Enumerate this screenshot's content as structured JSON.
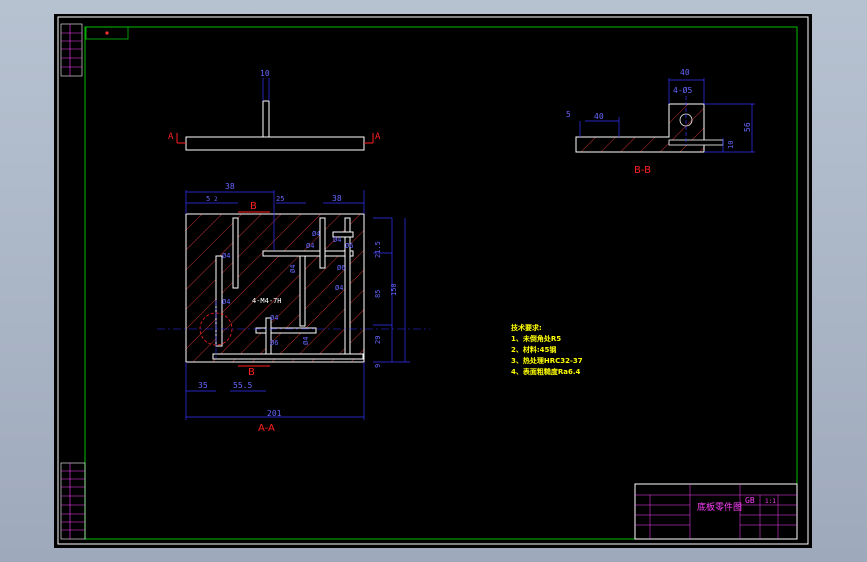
{
  "drawing": {
    "title_block": {
      "part_name": "底板零件图",
      "part_code": "GB",
      "scale_label": "1:1"
    },
    "front_view": {
      "pin_width": "10",
      "section_mark_left": "A",
      "section_mark_right": "A"
    },
    "plan_view": {
      "dims": {
        "top_38_left": "38",
        "top_5": "5",
        "top_5_sub": "2",
        "top_25": "25",
        "top_38_right": "38",
        "r_215": "21.5",
        "r_85": "85",
        "r_150": "150",
        "r_29": "29",
        "r_9": "9",
        "bot_35": "35",
        "bot_555": "55.5",
        "bot_201": "201"
      },
      "holes": {
        "h1": "Ø4",
        "h2": "Ø4",
        "h3": "Ø4",
        "h4": "Ø4",
        "h5": "Ø4",
        "h6": "Ø4",
        "h7": "Ø6",
        "h8": "Ø6",
        "h9": "Ø6",
        "h10": "Ø4",
        "h11": "Ø4",
        "h12": "Ø4"
      },
      "thread_note": "4-M4-7H",
      "section_b_top": "B",
      "section_b_bottom": "B",
      "caption": "A-A"
    },
    "section_b": {
      "dims": {
        "top_40": "40",
        "holes": "4-Ø5",
        "left_5": "5",
        "mid_40": "40",
        "right_56": "56",
        "right_10": "10"
      },
      "caption": "B-B"
    },
    "tech_notes": {
      "heading": "技术要求:",
      "items": [
        "1、未倒角处R5",
        "2、材料:45钢",
        "3、热处理HRC32-37",
        "4、表面粗糙度Ra6.4"
      ]
    }
  },
  "colors": {
    "background": "#000000",
    "frame": "#ffffff",
    "inner_frame": "#00c000",
    "dimension": "#3333ff",
    "hatch": "#ff3b3b",
    "centerline": "#3333ff",
    "text_blue": "#6666ff",
    "text_red": "#ff2020",
    "text_white": "#ffffff",
    "text_magenta": "#ff40ff",
    "note_yellow": "#ffff00"
  }
}
